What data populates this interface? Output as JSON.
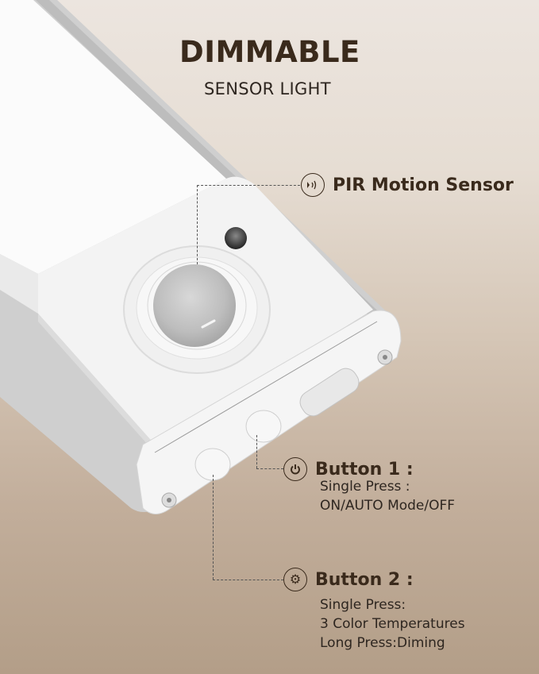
{
  "header": {
    "title": "DIMMABLE",
    "subtitle": "SENSOR LIGHT"
  },
  "callouts": [
    {
      "icon": "motion-sensor-icon",
      "title": "PIR Motion Sensor",
      "lines": []
    },
    {
      "icon": "power-icon",
      "title": "Button 1 :",
      "lines": [
        "Single Press :",
        "ON/AUTO Mode/OFF"
      ]
    },
    {
      "icon": "gear-icon",
      "title": "Button 2 :",
      "lines": [
        "Single Press:",
        "3 Color Temperatures",
        "Long Press:Diming"
      ]
    }
  ],
  "colors": {
    "text_dark": "#3a2a1c",
    "bg_top": "#ece5df",
    "bg_bottom": "#b39e88",
    "device_white": "#f7f7f7",
    "device_frame": "#c8c8c8"
  }
}
